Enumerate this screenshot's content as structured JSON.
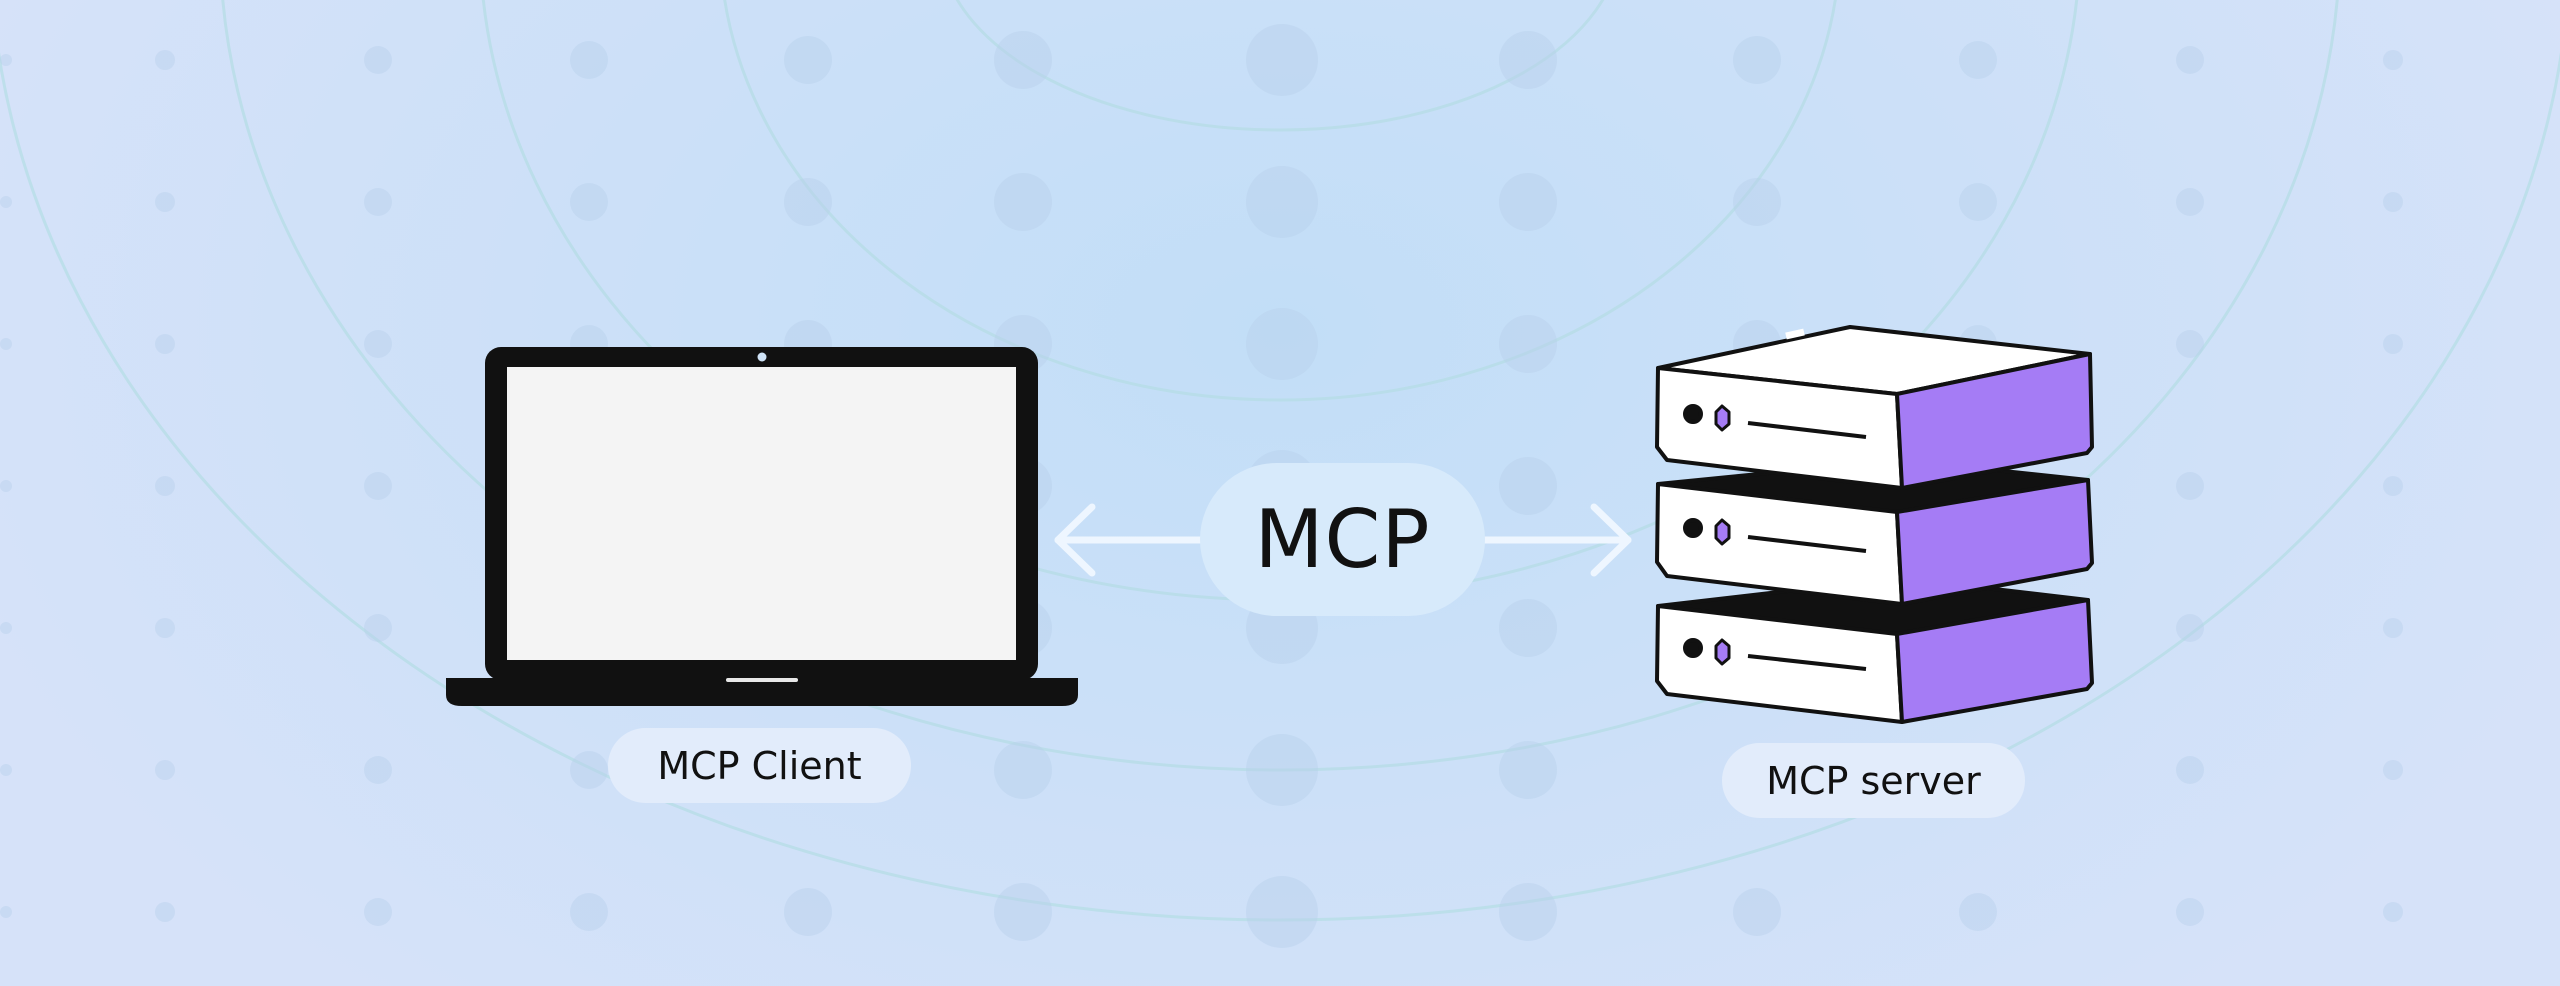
{
  "diagram": {
    "center_label": "MCP",
    "client_label": "MCP Client",
    "server_label": "MCP server"
  },
  "colors": {
    "background": "#cbe0f8",
    "server_side": "#a57cf5",
    "outline": "#111111",
    "laptop_screen": "#f4f4f4",
    "arrow": "#eef6ff"
  },
  "icons": {
    "client": "laptop-icon",
    "server": "server-stack-icon",
    "connection": "double-arrow-icon"
  }
}
